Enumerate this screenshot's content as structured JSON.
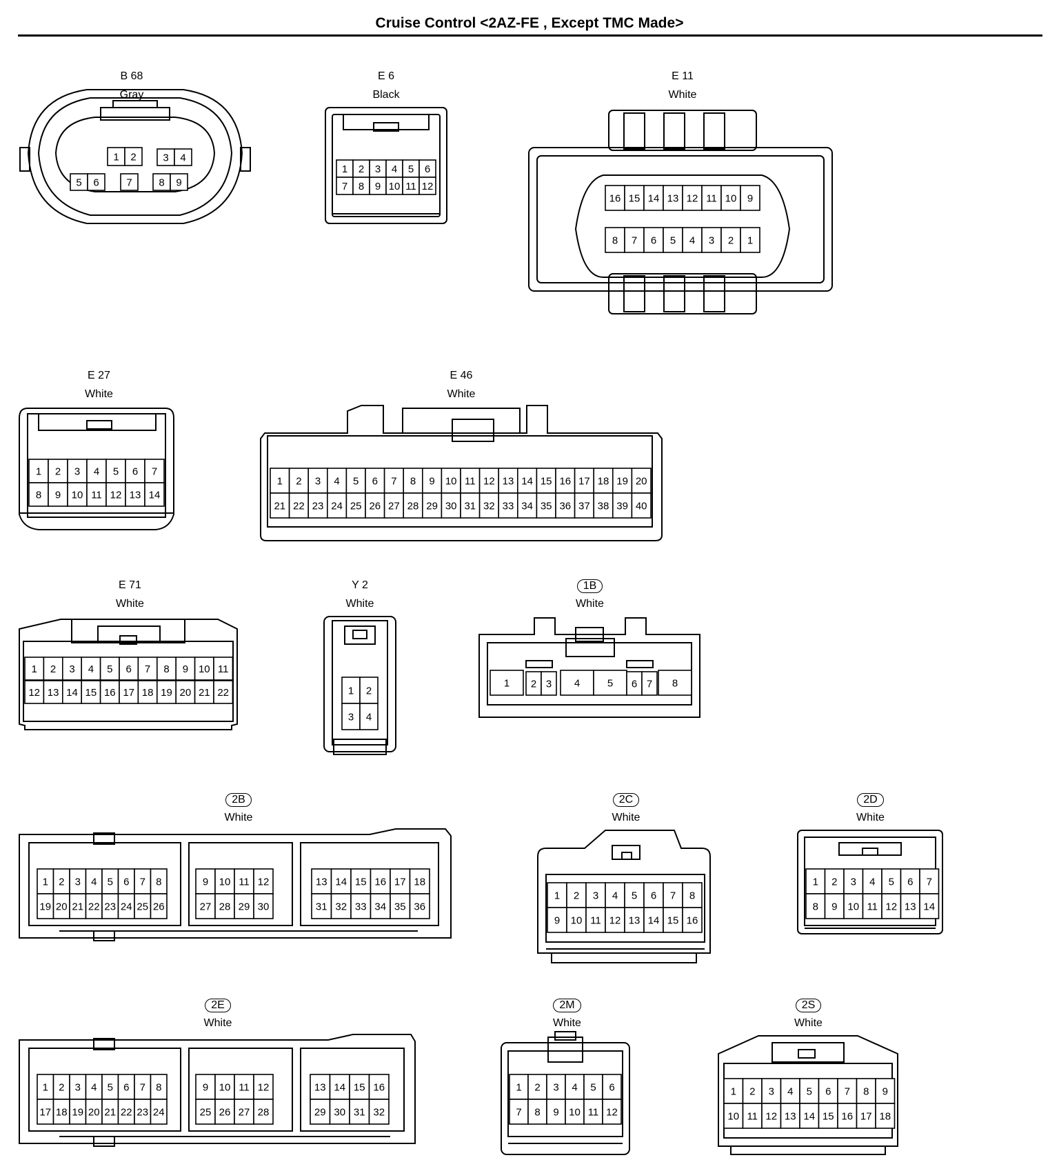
{
  "page": {
    "title": "Cruise Control <2AZ-FE , Except TMC Made>"
  },
  "connectors": [
    {
      "key": "b68",
      "id": "B 68",
      "badge": false,
      "color": "Gray",
      "rows": [
        [
          "1",
          "2",
          "3",
          "4"
        ],
        [
          "5",
          "6",
          "7",
          "8",
          "9"
        ]
      ]
    },
    {
      "key": "e6",
      "id": "E 6",
      "badge": false,
      "color": "Black",
      "rows": [
        [
          "1",
          "2",
          "3",
          "4",
          "5",
          "6"
        ],
        [
          "7",
          "8",
          "9",
          "10",
          "11",
          "12"
        ]
      ]
    },
    {
      "key": "e11",
      "id": "E 11",
      "badge": false,
      "color": "White",
      "rows": [
        [
          "16",
          "15",
          "14",
          "13",
          "12",
          "11",
          "10",
          "9"
        ],
        [
          "8",
          "7",
          "6",
          "5",
          "4",
          "3",
          "2",
          "1"
        ]
      ]
    },
    {
      "key": "e27",
      "id": "E 27",
      "badge": false,
      "color": "White",
      "rows": [
        [
          "1",
          "2",
          "3",
          "4",
          "5",
          "6",
          "7"
        ],
        [
          "8",
          "9",
          "10",
          "11",
          "12",
          "13",
          "14"
        ]
      ]
    },
    {
      "key": "e46",
      "id": "E 46",
      "badge": false,
      "color": "White",
      "rows": [
        [
          "1",
          "2",
          "3",
          "4",
          "5",
          "6",
          "7",
          "8",
          "9",
          "10",
          "11",
          "12",
          "13",
          "14",
          "15",
          "16",
          "17",
          "18",
          "19",
          "20"
        ],
        [
          "21",
          "22",
          "23",
          "24",
          "25",
          "26",
          "27",
          "28",
          "29",
          "30",
          "31",
          "32",
          "33",
          "34",
          "35",
          "36",
          "37",
          "38",
          "39",
          "40"
        ]
      ]
    },
    {
      "key": "e71",
      "id": "E 71",
      "badge": false,
      "color": "White",
      "rows": [
        [
          "1",
          "2",
          "3",
          "4",
          "5",
          "6",
          "7",
          "8",
          "9",
          "10",
          "11"
        ],
        [
          "12",
          "13",
          "14",
          "15",
          "16",
          "17",
          "18",
          "19",
          "20",
          "21",
          "22"
        ]
      ]
    },
    {
      "key": "y2",
      "id": "Y 2",
      "badge": false,
      "color": "White",
      "rows": [
        [
          "1",
          "2"
        ],
        [
          "3",
          "4"
        ]
      ]
    },
    {
      "key": "c1b",
      "id": "1B",
      "badge": true,
      "color": "White",
      "rows": [
        [
          "1",
          "2",
          "3",
          "4",
          "5",
          "6",
          "7",
          "8"
        ]
      ]
    },
    {
      "key": "c2b",
      "id": "2B",
      "badge": true,
      "color": "White",
      "rows": [
        [
          "1",
          "2",
          "3",
          "4",
          "5",
          "6",
          "7",
          "8",
          "9",
          "10",
          "11",
          "12",
          "13",
          "14",
          "15",
          "16",
          "17",
          "18"
        ],
        [
          "19",
          "20",
          "21",
          "22",
          "23",
          "24",
          "25",
          "26",
          "27",
          "28",
          "29",
          "30",
          "31",
          "32",
          "33",
          "34",
          "35",
          "36"
        ]
      ]
    },
    {
      "key": "c2c",
      "id": "2C",
      "badge": true,
      "color": "White",
      "rows": [
        [
          "1",
          "2",
          "3",
          "4",
          "5",
          "6",
          "7",
          "8"
        ],
        [
          "9",
          "10",
          "11",
          "12",
          "13",
          "14",
          "15",
          "16"
        ]
      ]
    },
    {
      "key": "c2d",
      "id": "2D",
      "badge": true,
      "color": "White",
      "rows": [
        [
          "1",
          "2",
          "3",
          "4",
          "5",
          "6",
          "7"
        ],
        [
          "8",
          "9",
          "10",
          "11",
          "12",
          "13",
          "14"
        ]
      ]
    },
    {
      "key": "c2e",
      "id": "2E",
      "badge": true,
      "color": "White",
      "rows": [
        [
          "1",
          "2",
          "3",
          "4",
          "5",
          "6",
          "7",
          "8",
          "9",
          "10",
          "11",
          "12",
          "13",
          "14",
          "15",
          "16"
        ],
        [
          "17",
          "18",
          "19",
          "20",
          "21",
          "22",
          "23",
          "24",
          "25",
          "26",
          "27",
          "28",
          "29",
          "30",
          "31",
          "32"
        ]
      ]
    },
    {
      "key": "c2m",
      "id": "2M",
      "badge": true,
      "color": "White",
      "rows": [
        [
          "1",
          "2",
          "3",
          "4",
          "5",
          "6"
        ],
        [
          "7",
          "8",
          "9",
          "10",
          "11",
          "12"
        ]
      ]
    },
    {
      "key": "c2s",
      "id": "2S",
      "badge": true,
      "color": "White",
      "rows": [
        [
          "1",
          "2",
          "3",
          "4",
          "5",
          "6",
          "7",
          "8",
          "9"
        ],
        [
          "10",
          "11",
          "12",
          "13",
          "14",
          "15",
          "16",
          "17",
          "18"
        ]
      ]
    }
  ]
}
